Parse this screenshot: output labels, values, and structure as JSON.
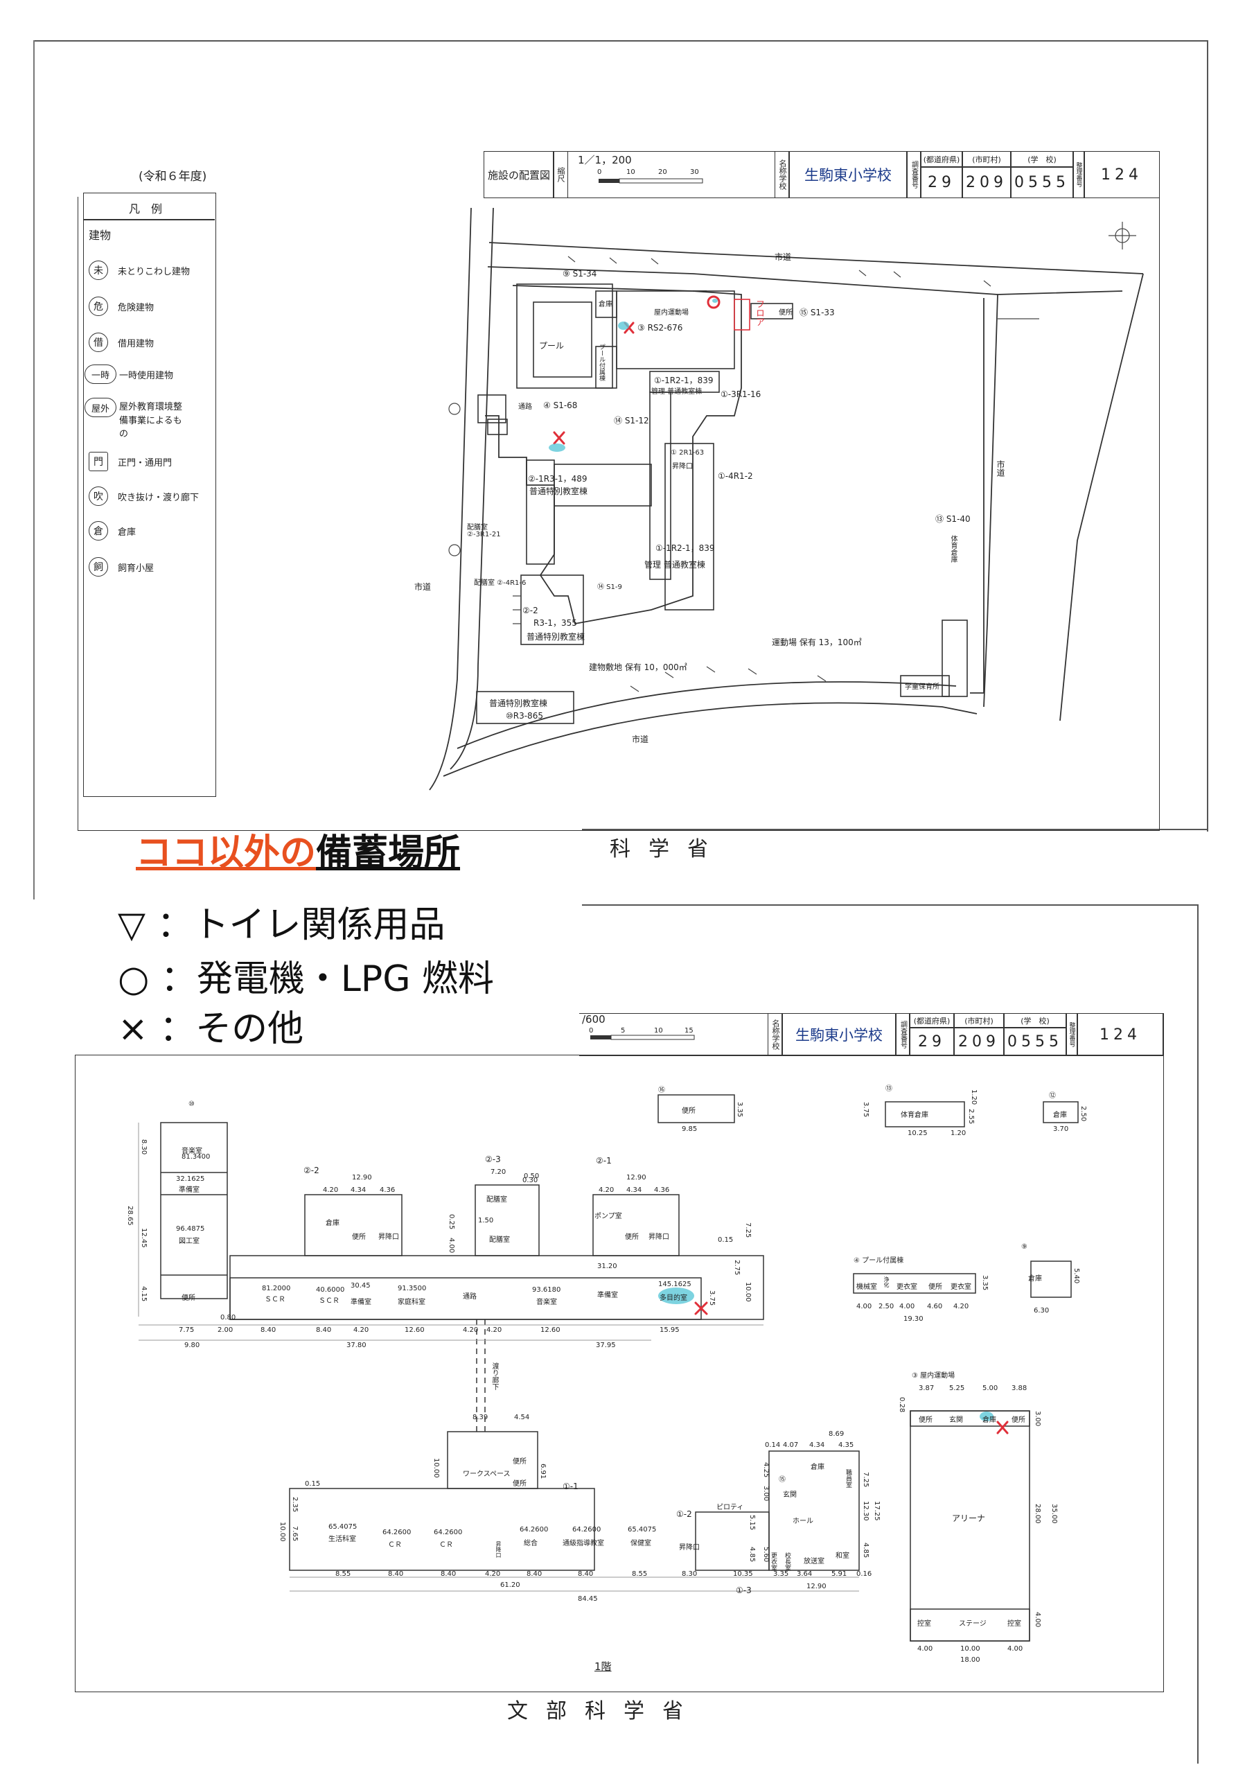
{
  "top_sheet": {
    "fiscal_year": "(令和６年度)",
    "sheet_title": "施設の配置図",
    "scale_label": "縮尺",
    "scale": "1／1，200",
    "scale_ticks": [
      "0",
      "10",
      "20",
      "30"
    ],
    "school_label": "名称学校",
    "school_name": "生駒東小学校",
    "codes_label": "調査番号",
    "pref_header": "(都道府県)",
    "city_header": "(市町村)",
    "school_header": "(学　校)",
    "pref_code": "29",
    "city_code": "209",
    "school_code": "0555",
    "page_label": "整理番号",
    "page_no": "124",
    "ministry": "科学省"
  },
  "legend": {
    "title": "凡　例",
    "section": "建物",
    "items": [
      {
        "sym": "未",
        "text": "未とりこわし建物"
      },
      {
        "sym": "危",
        "text": "危険建物"
      },
      {
        "sym": "借",
        "text": "借用建物"
      },
      {
        "sym": "一時",
        "text": "一時使用建物"
      },
      {
        "sym": "屋外",
        "text": "屋外教育環境整備事業によるもの"
      },
      {
        "sym": "門",
        "text": "正門・通用門"
      },
      {
        "sym": "吹",
        "text": "吹き抜け・渡り廊下"
      },
      {
        "sym": "倉",
        "text": "倉庫"
      },
      {
        "sym": "飼",
        "text": "飼育小屋"
      }
    ]
  },
  "site_plan": {
    "labels": {
      "road_top": "市道",
      "road_left": "市道",
      "road_bottom": "市道",
      "road_right": "市道",
      "s134": "⑨ S1-34",
      "storage": "倉庫",
      "gym": "屋内運動場",
      "gym_code": "③ RS2-676",
      "toilet": "便所",
      "s133": "⑮ S1-33",
      "pool": "プール",
      "pool_annex": "プール付属棟",
      "passage": "通路",
      "s168": "④ S1-68",
      "b1r2_top": "①-1R2-1，839",
      "admin_top": "管理 普通教室棟",
      "r116": "①-3R1-16",
      "s112": "⑭ S1-12",
      "r2r1": "① 2R1-63",
      "stair": "昇降口",
      "b1r3": "②-1R3-1，489",
      "special1": "普通特別教室棟",
      "r4r12": "①-4R1-2",
      "prep1": "配膳室",
      "prep1_code": "②-3R1-21",
      "b1r2_mid": "①-1R2-1，839",
      "admin_mid": "管理 普通教室棟",
      "s140": "⑬ S1-40",
      "storage_v": "体育倉庫",
      "prep2": "配膳室 ②-4R1-6",
      "s19": "⑭ S1-9",
      "b2": "②-2",
      "r3": "R3-1，355",
      "special2": "普通特別教室棟",
      "playground": "運動場 保有 13，100㎡",
      "site_area": "建物敷地 保有 10，000㎡",
      "childcare": "学童保育所",
      "special3": "普通特別教室棟",
      "r3865": "⑩R3-865",
      "handwritten": "フロア"
    }
  },
  "notes": {
    "title_colored": "ココ以外の",
    "title_rest": "備蓄場所",
    "lines": [
      "▽ ：トイレ関係用品",
      "○ ：発電機・LPG 燃料",
      "× ：その他"
    ]
  },
  "bottom_sheet": {
    "scale": "/600",
    "scale_ticks": [
      "0",
      "5",
      "10",
      "15"
    ],
    "school_label": "名称学校",
    "school_name": "生駒東小学校",
    "codes_label": "調査番号",
    "pref_header": "(都道府県)",
    "city_header": "(市町村)",
    "school_header": "(学　校)",
    "pref_code": "29",
    "city_code": "209",
    "school_code": "0555",
    "page_label": "整理番号",
    "page_no": "124",
    "floor_label": "1階",
    "ministry": "文部科学省"
  },
  "floor_plan": {
    "labels": {
      "b16": "⑯",
      "b16_room": "便所",
      "b16_w": "9.85",
      "b16_h": "3.35",
      "b13": "⑬",
      "b13_room": "体育倉庫",
      "b13_w": "10.25",
      "b13_w2": "1.20",
      "b13_h": "3.75",
      "b13_h2": "2.55",
      "b13_h3": "1.20",
      "b12": "⑫",
      "b12_room": "倉庫",
      "b12_w": "3.70",
      "b12_h": "2.50",
      "b10": "⑩",
      "music2": "音楽室",
      "music2_area": "81.3400",
      "prep_small": "32.1625",
      "prep_small_room": "準備室",
      "craft": "96.4875",
      "craft_room": "図工室",
      "toilet_a": "便所",
      "b22": "②-2",
      "b22_w": "12.90",
      "b22_parts": [
        "4.20",
        "4.34",
        "4.36"
      ],
      "storage_a": "倉庫",
      "toilet_b": "便所",
      "stair_a": "昇降口",
      "b23": "②-3",
      "b23_w": "7.20",
      "b23_w2": "0.30",
      "prep_room_a": "配膳室",
      "prep_room_b": "配膳室",
      "b23_dim": "1.50",
      "b21": "②-1",
      "b21_w": "12.90",
      "b21_parts": [
        "4.20",
        "4.34",
        "4.36"
      ],
      "pump": "ポンプ室",
      "toilet_c": "便所",
      "stair_b": "昇降口",
      "scr1_area": "81.2000",
      "scr1": "ＳＣＲ",
      "scr2_area": "40.6000",
      "scr2": "ＳＣＲ",
      "prep2_area": "30.45",
      "prep2_room": "準備室",
      "science_area": "91.3500",
      "science": "家庭科室",
      "passage_a": "通路",
      "music_area": "93.6180",
      "music": "音楽室",
      "prep3_room": "準備室",
      "multi_area": "145.1625",
      "multi": "多目的室",
      "dim_row_a": [
        "7.75",
        "2.00",
        "8.40",
        "8.40",
        "4.20",
        "12.60",
        "4.20",
        "4.20",
        "12.60",
        "15.95"
      ],
      "total_a": "37.80",
      "total_b": "37.95",
      "total_c": "9.80",
      "dim_012": "0.80",
      "dim_015": "0.15",
      "dim_725": "7.25",
      "dim_1000": "10.00",
      "dim_3120": "31.20",
      "dim_050": "0.50",
      "dim_2865": "28.65",
      "dim_415": "4.15",
      "dim_1245": "12.45",
      "dim_830": "8.30",
      "dim_400": "4.00",
      "dim_025": "0.25",
      "dim_375": "3.75",
      "dim_275": "2.75",
      "corridor": "渡り廊下",
      "b4": "④ プール付属棟",
      "b4_rooms": [
        "機械室",
        "浄化",
        "更衣室",
        "便所",
        "更衣室"
      ],
      "b4_dims": [
        "4.00",
        "2.50",
        "4.00",
        "4.60",
        "4.20"
      ],
      "b4_total": "19.30",
      "b4_h": "3.35",
      "b9": "⑨",
      "b9_room": "倉庫",
      "b9_w": "6.30",
      "b9_h": "5.40",
      "b3": "③ 屋内運動場",
      "b3_dims": [
        "3.87",
        "5.25",
        "5.00",
        "3.88"
      ],
      "b3_rooms": [
        "便所",
        "玄関",
        "倉庫",
        "便所"
      ],
      "arena": "アリーナ",
      "stage": "ステージ",
      "b3_bottom": [
        "控室",
        "控室"
      ],
      "b3_bdims": [
        "4.00",
        "10.00",
        "4.00"
      ],
      "b3_total": "18.00",
      "b3_h1": "28.00",
      "b3_h2": "35.00",
      "b3_h3": "4.00",
      "b3_h4": "3.00",
      "b3_h5": "0.28",
      "mid_w": [
        "8.39",
        "4.54"
      ],
      "workspace": "ワークスペース",
      "toilet_d": "便所",
      "toilet_e": "便所",
      "mid_h": "10.00",
      "mid_h2": "6.91",
      "b11": "①-1",
      "b12b": "①-2",
      "b13b": "①-3",
      "b15": "⑮",
      "living_area": "65.4075",
      "living": "生活科室",
      "cr1_area": "64.2600",
      "cr1": "ＣＲ",
      "cr2_area": "64.2600",
      "cr2": "ＣＲ",
      "stair_c": "昇降口",
      "general_area": "64.2600",
      "general": "総合",
      "guidance_area": "64.2600",
      "guidance": "通級指導教室",
      "health_area": "65.4075",
      "health": "保健室",
      "stair_d": "昇降口",
      "pilotis": "ピロティ",
      "entrance": "玄関",
      "hall": "ホール",
      "storage_b": "倉庫",
      "principal": "校長室",
      "staff": "職員室",
      "japanese": "和室",
      "reception": "放送室",
      "study": "更衣室",
      "dim_row_b": [
        "8.55",
        "8.40",
        "8.40",
        "4.20",
        "8.40",
        "8.40",
        "8.55",
        "8.30",
        "10.35",
        "3.35",
        "3.64",
        "5.91"
      ],
      "total_d": "61.20",
      "total_e": "84.45",
      "total_f": "12.90",
      "top_right_w": [
        "0.14",
        "4.07",
        "4.34",
        "4.35"
      ],
      "top_right_total": "8.69",
      "dim_015b": "0.15",
      "dim_235": "2.35",
      "dim_1000b": "10.00",
      "dim_765": "7.65",
      "dim_725b": "7.25",
      "dim_1230": "12.30",
      "dim_1725": "17.25",
      "dim_485": "4.85",
      "dim_560": "5.60",
      "dim_300": "3.00",
      "dim_425": "4.25",
      "dim_515": "5.15",
      "dim_485b": "4.85",
      "dim_016": "0.16"
    }
  },
  "colors": {
    "accent_orange": "#e8501f",
    "school_blue": "#1b3a8a",
    "mark_red": "#e0303a",
    "mark_cyan": "#5cc8d8"
  }
}
